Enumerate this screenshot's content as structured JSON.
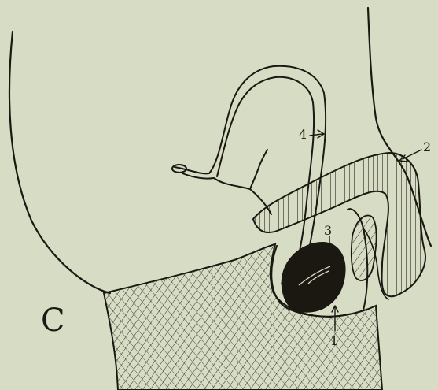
{
  "figure": {
    "panel_letter": "C",
    "labels": [
      {
        "id": "1",
        "text": "1"
      },
      {
        "id": "2",
        "text": "2"
      },
      {
        "id": "3",
        "text": "3"
      },
      {
        "id": "4",
        "text": "4"
      }
    ]
  },
  "colors": {
    "paper": "#d6ddc4",
    "ink": "#1b1812"
  }
}
